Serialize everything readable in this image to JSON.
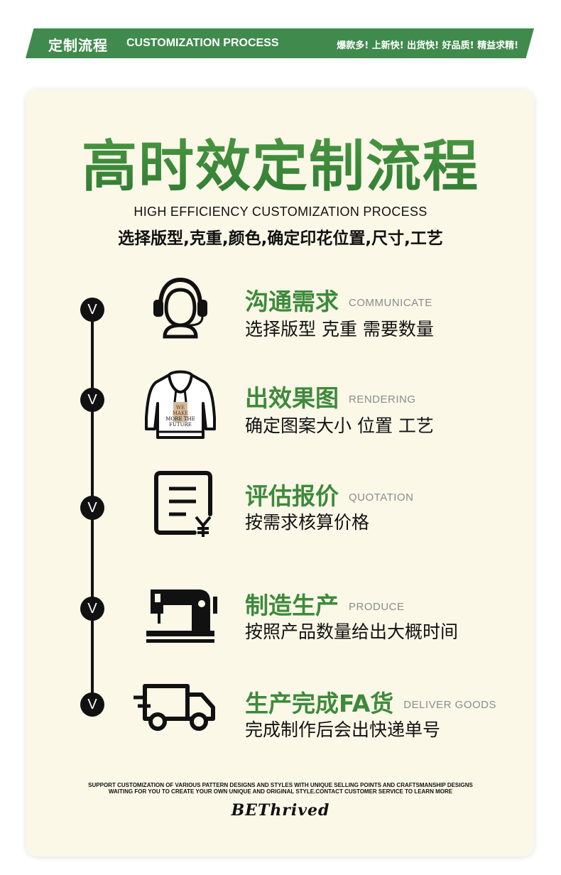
{
  "banner": {
    "title_cn": "定制流程",
    "title_en": "CUSTOMIZATION PROCESS",
    "slogan": "爆款多! 上新快! 出货快! 好品质! 精益求精!",
    "color": "#3f8a4c"
  },
  "card": {
    "title": "高时效定制流程",
    "subtitle_en": "HIGH EFFICIENCY CUSTOMIZATION PROCESS",
    "subtitle_cn": "选择版型,克重,颜色,确定印花位置,尺寸,工艺",
    "accent_color": "#3d8a3b",
    "background": "#fbf8e8"
  },
  "steps": [
    {
      "marker": "V",
      "icon": "headset-icon",
      "title": "沟通需求",
      "title_en": "COMMUNICATE",
      "desc": "选择版型 克重 需要数量"
    },
    {
      "marker": "V",
      "icon": "hoodie-icon",
      "title": "出效果图",
      "title_en": "RENDERING",
      "desc": "确定图案大小 位置 工艺"
    },
    {
      "marker": "V",
      "icon": "invoice-icon",
      "title": "评估报价",
      "title_en": "QUOTATION",
      "desc": "按需求核算价格"
    },
    {
      "marker": "V",
      "icon": "sewing-machine-icon",
      "title": "制造生产",
      "title_en": "PRODUCE",
      "desc": "按照产品数量给出大概时间"
    },
    {
      "marker": "V",
      "icon": "delivery-truck-icon",
      "title": "生产完成FA货",
      "title_en": "DELIVER GOODS",
      "desc": "完成制作后会出快递单号"
    }
  ],
  "hoodie_print": [
    "WE",
    "MAKE",
    "MORE THE",
    "FUTURE"
  ],
  "footer": {
    "line1": "SUPPORT CUSTOMIZATION OF VARIOUS PATTERN DESIGNS AND STYLES WITH UNIQUE SELLING POINTS AND CRAFTSMANSHIP DESIGNS",
    "line2": "WAITING FOR YOU TO CREATE YOUR OWN UNIQUE AND ORIGINAL STYLE.CONTACT CUSTOMER SERVICE TO LEARN MORE",
    "brand": "BEThrived"
  }
}
